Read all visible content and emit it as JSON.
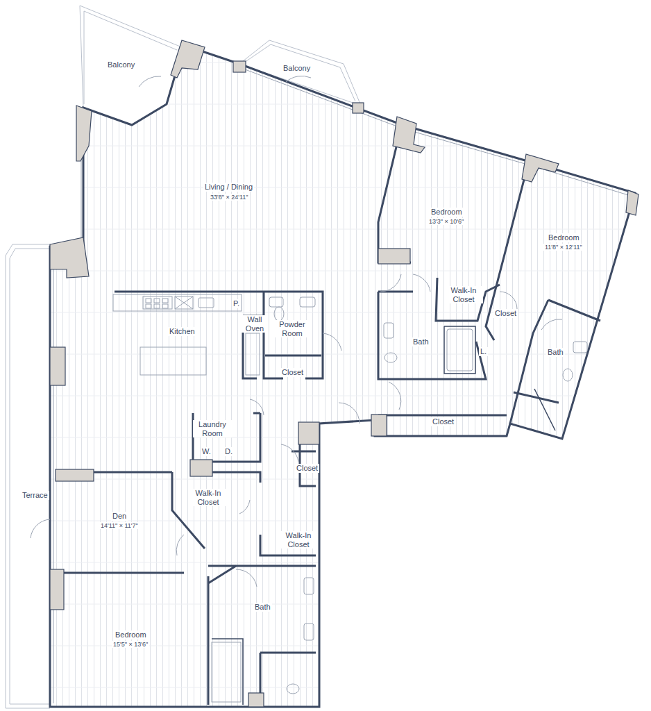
{
  "diagram": {
    "labels": [
      "Balcony",
      "Balcony",
      "Living / Dining",
      "33'8\" × 24'11\"",
      "Bedroom",
      "13'3\" × 10'6\"",
      "Bedroom",
      "11'8\" × 12'11\"",
      "P.",
      "Kitchen",
      "Wall Oven",
      "Powder Room",
      "Walk-In Closet",
      "Closet",
      "Bath",
      "L.",
      "Bath",
      "Closet",
      "Closet",
      "Laundry Room",
      "W.",
      "D.",
      "Closet",
      "Walk-In Closet",
      "Terrace",
      "Den",
      "14'11\" × 11'7\"",
      "Walk-In Closet",
      "Bath",
      "Bedroom",
      "15'5\" × 13'6\""
    ]
  }
}
